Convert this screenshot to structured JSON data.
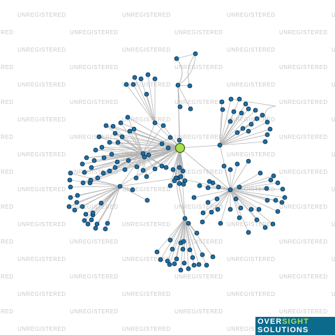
{
  "watermark": {
    "text": "UNREGISTERED",
    "color": "#c9c9c9"
  },
  "colors": {
    "node": "#1b6fa8",
    "focus_node": "#a8e04a",
    "edge": "#b4b4b4",
    "brand_bg": "#0c6a8c"
  },
  "brand": {
    "line1_a": "OVER",
    "line1_b": "SIGHT",
    "line2": "SOLUTIONS"
  }
}
